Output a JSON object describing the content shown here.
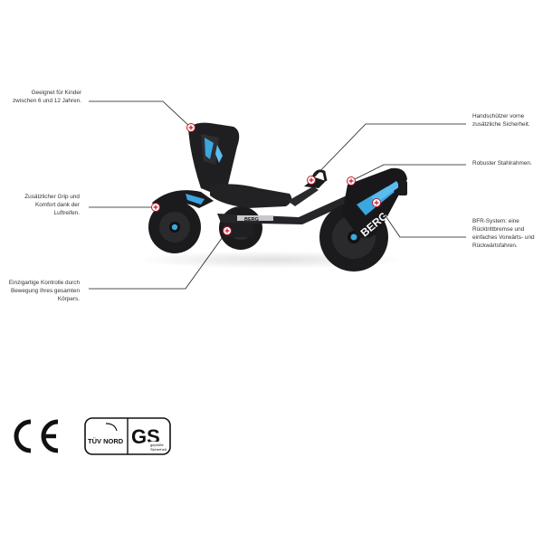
{
  "callouts": {
    "age": [
      "Geeignet für Kinder",
      "zwischen 6 und 12 Jahren."
    ],
    "grip": [
      "Zusätzlicher Grip und",
      "Komfort dank der",
      "Luftreifen."
    ],
    "control": [
      "Einzigartige Kontrolle durch",
      "Bewegung Ihres gesamten",
      "Körpers."
    ],
    "hand_guard": [
      "Handschützer vorne",
      "zusätzliche Sicherheit."
    ],
    "frame": [
      "Robuster Stahlrahmen."
    ],
    "brake": [
      "BFR-System: eine",
      "Rücktrittbremse und",
      "einfaches Vorwärts- und",
      "Rückwärtsfahren."
    ]
  },
  "product_decals": {
    "brand": "BERG"
  },
  "certifications": {
    "ce": "CE",
    "tuv": "TÜV NORD",
    "gs": "GS",
    "gs_sub": [
      "geprüfte",
      "Sicherheit"
    ]
  },
  "colors": {
    "marker": "#c0192a",
    "accent_blue": "#3aa7e0",
    "body_black": "#1b1b1d"
  }
}
